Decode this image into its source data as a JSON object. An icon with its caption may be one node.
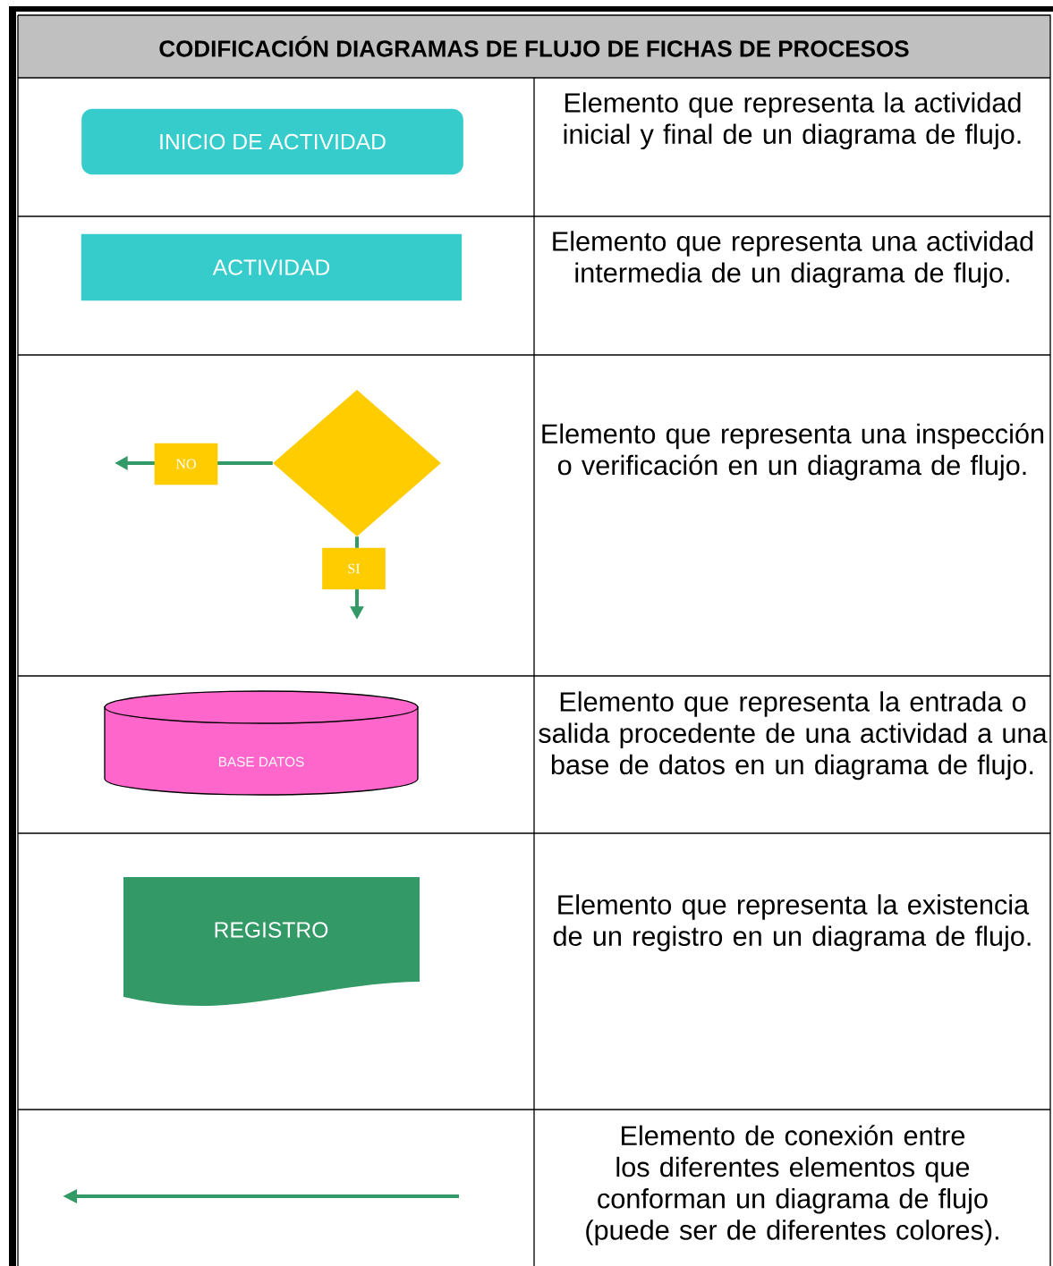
{
  "diagram": {
    "title": "CODIFICACIÓN DIAGRAMAS DE FLUJO DE FICHAS DE PROCESOS",
    "nodes": [
      {
        "text": [
          "INICIO DE ACTIVIDAD"
        ]
      },
      {
        "text": [
          "ACTIVIDAD"
        ]
      },
      {
        "text": [],
        "shape": "diamond"
      },
      {
        "text": [
          "BASE DATOS"
        ]
      },
      {
        "text": [
          "REGISTRO"
        ]
      }
    ],
    "edges": [
      {
        "from": 2,
        "to": null,
        "arrow": "to",
        "label": "NO"
      },
      {
        "from": 2,
        "to": null,
        "arrow": "to",
        "label": "SI"
      }
    ],
    "labels": [
      "Elemento que representa la actividad inicial y final de un diagrama de flujo.",
      "Elemento que representa una actividad intermedia de un diagrama de flujo.",
      "Elemento que representa una inspección o verificación en un diagrama de flujo.",
      "Elemento que representa la entrada o salida procedente de una actividad a una base de datos en un diagrama de flujo.",
      "Elemento que representa la existencia de un registro en un diagrama de flujo.",
      "Elemento de conexión entre los diferentes elementos que conforman un diagrama de flujo (puede ser de diferentes colores)."
    ]
  }
}
